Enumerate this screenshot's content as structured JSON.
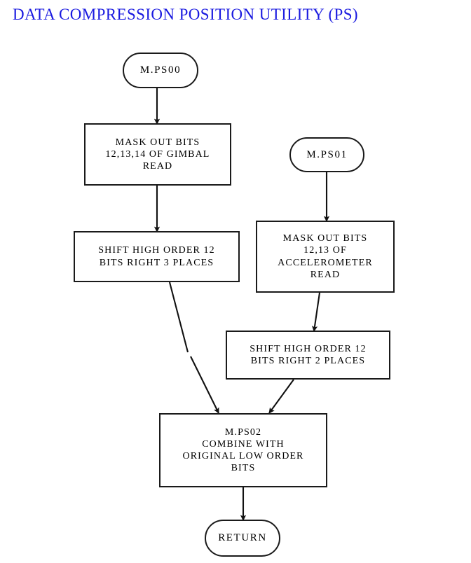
{
  "title": "DATA COMPRESSION POSITION UTILITY (PS)",
  "title_color": "#1a1ae0",
  "diagram": {
    "type": "flowchart",
    "orientation": "top-to-bottom",
    "nodes": [
      {
        "id": "start",
        "shape": "terminal",
        "label": "M.PS00"
      },
      {
        "id": "mask-gimbal",
        "shape": "process",
        "label": "MASK OUT BITS\n12,13,14 OF GIMBAL\nREAD"
      },
      {
        "id": "shift3",
        "shape": "process",
        "label": "SHIFT HIGH ORDER 12\nBITS RIGHT 3 PLACES"
      },
      {
        "id": "start-2",
        "shape": "terminal",
        "label": "M.PS01"
      },
      {
        "id": "mask-accel",
        "shape": "process",
        "label": "MASK OUT BITS\n12,13 OF\nACCELEROMETER\nREAD"
      },
      {
        "id": "shift2",
        "shape": "process",
        "label": "SHIFT HIGH ORDER 12\nBITS RIGHT 2 PLACES"
      },
      {
        "id": "combine",
        "shape": "process",
        "label": "M.PS02\nCOMBINE WITH\nORIGINAL LOW ORDER\nBITS"
      },
      {
        "id": "return",
        "shape": "terminal",
        "label": "RETURN"
      }
    ],
    "edges": [
      {
        "from": "start",
        "to": "mask-gimbal",
        "style": "straight-vertical"
      },
      {
        "from": "mask-gimbal",
        "to": "shift3",
        "style": "straight-vertical"
      },
      {
        "from": "start-2",
        "to": "mask-accel",
        "style": "straight-vertical"
      },
      {
        "from": "mask-accel",
        "to": "shift2",
        "style": "slanted"
      },
      {
        "from": "shift3",
        "to": "combine",
        "style": "diagonal"
      },
      {
        "from": "shift2",
        "to": "combine",
        "style": "diagonal"
      },
      {
        "from": "combine",
        "to": "return",
        "style": "straight-vertical"
      }
    ],
    "stroke_color": "#1a1a1a",
    "fill_color": "#ffffff"
  }
}
